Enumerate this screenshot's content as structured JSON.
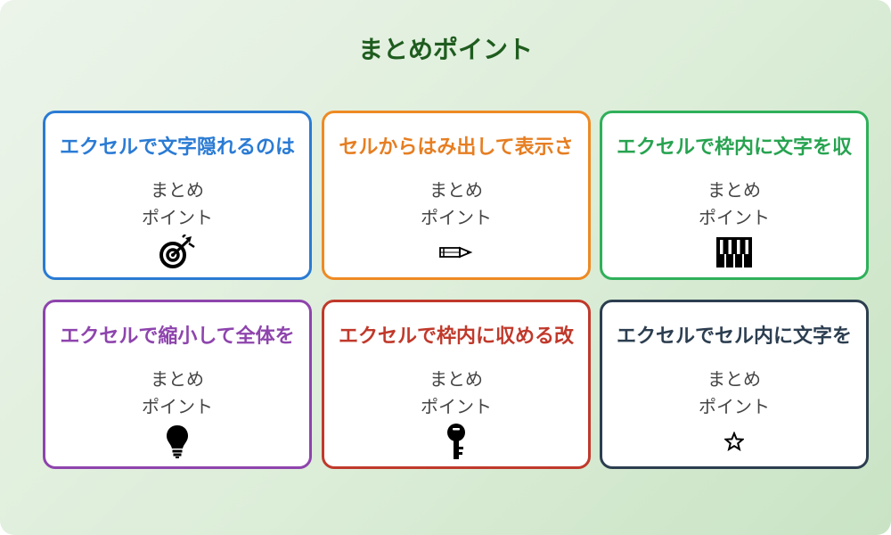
{
  "title": "まとめポイント",
  "colors": {
    "background": "#dcedd8",
    "title": "#1f5c1f",
    "card_blue": "#2a7bd4",
    "card_orange": "#ee8a24",
    "card_green": "#2fb05a",
    "card_purple": "#8e44ad",
    "card_red": "#c0392b",
    "card_navy": "#2c3e50"
  },
  "cards": [
    {
      "title": "エクセルで文字隠れるのは",
      "line1": "まとめ",
      "line2": "ポイント",
      "icon": "target-icon"
    },
    {
      "title": "セルからはみ出して表示さ",
      "line1": "まとめ",
      "line2": "ポイント",
      "icon": "pencil-icon"
    },
    {
      "title": "エクセルで枠内に文字を収",
      "line1": "まとめ",
      "line2": "ポイント",
      "icon": "piano-keys-icon"
    },
    {
      "title": "エクセルで縮小して全体を",
      "line1": "まとめ",
      "line2": "ポイント",
      "icon": "lightbulb-icon"
    },
    {
      "title": "エクセルで枠内に収める改",
      "line1": "まとめ",
      "line2": "ポイント",
      "icon": "key-icon"
    },
    {
      "title": "エクセルでセル内に文字を",
      "line1": "まとめ",
      "line2": "ポイント",
      "icon": "star-icon"
    }
  ]
}
